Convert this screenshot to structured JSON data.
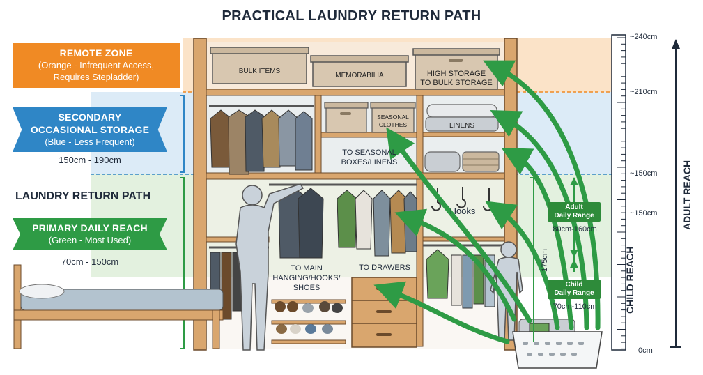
{
  "title": "PRACTICAL LAUNDRY RETURN PATH",
  "zones": {
    "remote": {
      "title": "REMOTE ZONE",
      "line1": "(Orange - Infrequent Access,",
      "line2": "Requires Stepladder)",
      "color": "#f08a24"
    },
    "secondary": {
      "title1": "SECONDARY",
      "title2": "OCCASIONAL STORAGE",
      "sub": "(Blue - Less Frequent)",
      "range": "150cm - 190cm",
      "color": "#2f86c6"
    },
    "path_heading": "LAUNDRY RETURN PATH",
    "primary": {
      "title": "PRIMARY DAILY REACH",
      "sub": "(Green - Most Used)",
      "range": "70cm - 150cm",
      "color": "#2e9b45"
    }
  },
  "closet_labels": {
    "bulk_items": "BULK ITEMS",
    "memorabilia": "MEMORABILIA",
    "high_storage_1": "HIGH STORAGE",
    "high_storage_2": "TO BULK STORAGE",
    "seasonal_1": "SEASONAL",
    "seasonal_2": "CLOTHES",
    "linens": "LINENS",
    "to_seasonal_1": "TO SEASONAL",
    "to_seasonal_2": "BOXES/LINENS",
    "hooks": "Hooks",
    "to_main_1": "TO MAIN",
    "to_main_2": "HANGING/HOOKS/",
    "to_main_3": "SHOES",
    "to_drawers": "TO DRAWERS"
  },
  "reach": {
    "adult_1": "Adult",
    "adult_2": "Daily Range",
    "adult_range": "80cm-160cm",
    "child_1": "Child",
    "child_2": "Daily Range",
    "child_range": "70cm-110cm",
    "height_marker": "175cm",
    "child_axis": "CHILD REACH",
    "adult_axis": "ADULT REACH"
  },
  "scale": {
    "s240": "~240cm",
    "s210": "~210cm",
    "s150a": "~150cm",
    "s150b": "~150cm",
    "s0": "0cm"
  },
  "colors": {
    "orange_zone": "#fbe3c8",
    "blue_zone": "#dcebf7",
    "green_zone": "#e3f1df",
    "wood": "#d9a66e",
    "arrow": "#2e9b45",
    "navy": "#1f2a3a"
  }
}
